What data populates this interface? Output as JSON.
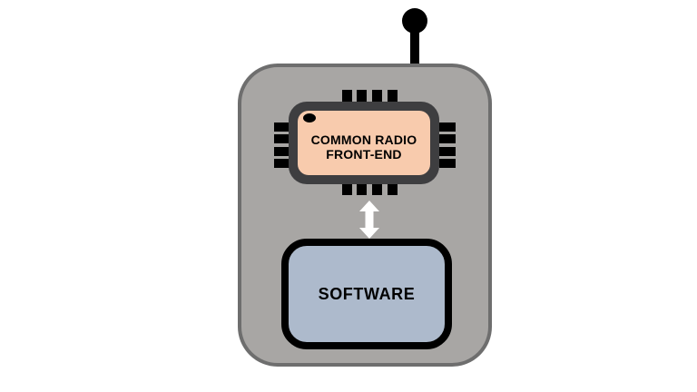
{
  "canvas": {
    "background": "#ffffff"
  },
  "device": {
    "body_fill": "#a8a6a4",
    "body_border_color": "#6e6e6e",
    "antenna_color": "#000000"
  },
  "chip": {
    "label_line1": "COMMON RADIO",
    "label_line2": "FRONT-END",
    "text_color": "#000000",
    "package_fill": "#3e3e40",
    "face_fill": "#f8cbad",
    "pin_color": "#000000",
    "pins_per_side": 4,
    "indicator_dot_color": "#000000"
  },
  "connector": {
    "shape": "vertical-double-headed-arrow",
    "color": "#ffffff"
  },
  "software": {
    "label": "SOFTWARE",
    "fill": "#adbacc",
    "border_color": "#000000",
    "text_color": "#000000"
  }
}
